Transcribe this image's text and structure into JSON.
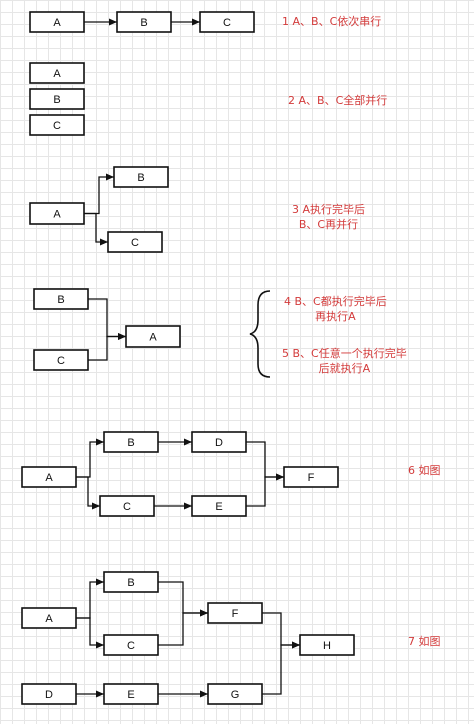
{
  "sections": [
    {
      "caption": [
        "1 A、B、C依次串行"
      ]
    },
    {
      "caption": [
        "2 A、B、C全部并行"
      ]
    },
    {
      "caption": [
        "3 A执行完毕后",
        "B、C再并行"
      ]
    },
    {
      "caption": [
        "4 B、C都执行完毕后",
        "再执行A"
      ]
    },
    {
      "caption": [
        "5 B、C任意一个执行完毕",
        "后就执行A"
      ]
    },
    {
      "caption": [
        "6 如图"
      ]
    },
    {
      "caption": [
        "7 如图"
      ]
    }
  ],
  "nodes": [
    {
      "id": "s1a",
      "label": "A"
    },
    {
      "id": "s1b",
      "label": "B"
    },
    {
      "id": "s1c",
      "label": "C"
    },
    {
      "id": "s2a",
      "label": "A"
    },
    {
      "id": "s2b",
      "label": "B"
    },
    {
      "id": "s2c",
      "label": "C"
    },
    {
      "id": "s3a",
      "label": "A"
    },
    {
      "id": "s3b",
      "label": "B"
    },
    {
      "id": "s3c",
      "label": "C"
    },
    {
      "id": "s4b",
      "label": "B"
    },
    {
      "id": "s4c",
      "label": "C"
    },
    {
      "id": "s4a",
      "label": "A"
    },
    {
      "id": "s6a",
      "label": "A"
    },
    {
      "id": "s6b",
      "label": "B"
    },
    {
      "id": "s6c",
      "label": "C"
    },
    {
      "id": "s6d",
      "label": "D"
    },
    {
      "id": "s6e",
      "label": "E"
    },
    {
      "id": "s6f",
      "label": "F"
    },
    {
      "id": "s7a",
      "label": "A"
    },
    {
      "id": "s7b",
      "label": "B"
    },
    {
      "id": "s7c",
      "label": "C"
    },
    {
      "id": "s7f",
      "label": "F"
    },
    {
      "id": "s7d",
      "label": "D"
    },
    {
      "id": "s7e",
      "label": "E"
    },
    {
      "id": "s7g",
      "label": "G"
    },
    {
      "id": "s7h",
      "label": "H"
    }
  ],
  "edges": [
    [
      "s1a",
      "s1b"
    ],
    [
      "s1b",
      "s1c"
    ],
    [
      "s3a",
      "s3b"
    ],
    [
      "s3a",
      "s3c"
    ],
    [
      "s4b",
      "s4a"
    ],
    [
      "s4c",
      "s4a"
    ],
    [
      "s6a",
      "s6b"
    ],
    [
      "s6a",
      "s6c"
    ],
    [
      "s6b",
      "s6d"
    ],
    [
      "s6c",
      "s6e"
    ],
    [
      "s6d",
      "s6f"
    ],
    [
      "s6e",
      "s6f"
    ],
    [
      "s7a",
      "s7b"
    ],
    [
      "s7a",
      "s7c"
    ],
    [
      "s7b",
      "s7f"
    ],
    [
      "s7c",
      "s7f"
    ],
    [
      "s7d",
      "s7e"
    ],
    [
      "s7e",
      "s7g"
    ],
    [
      "s7f",
      "s7h"
    ],
    [
      "s7g",
      "s7h"
    ]
  ]
}
